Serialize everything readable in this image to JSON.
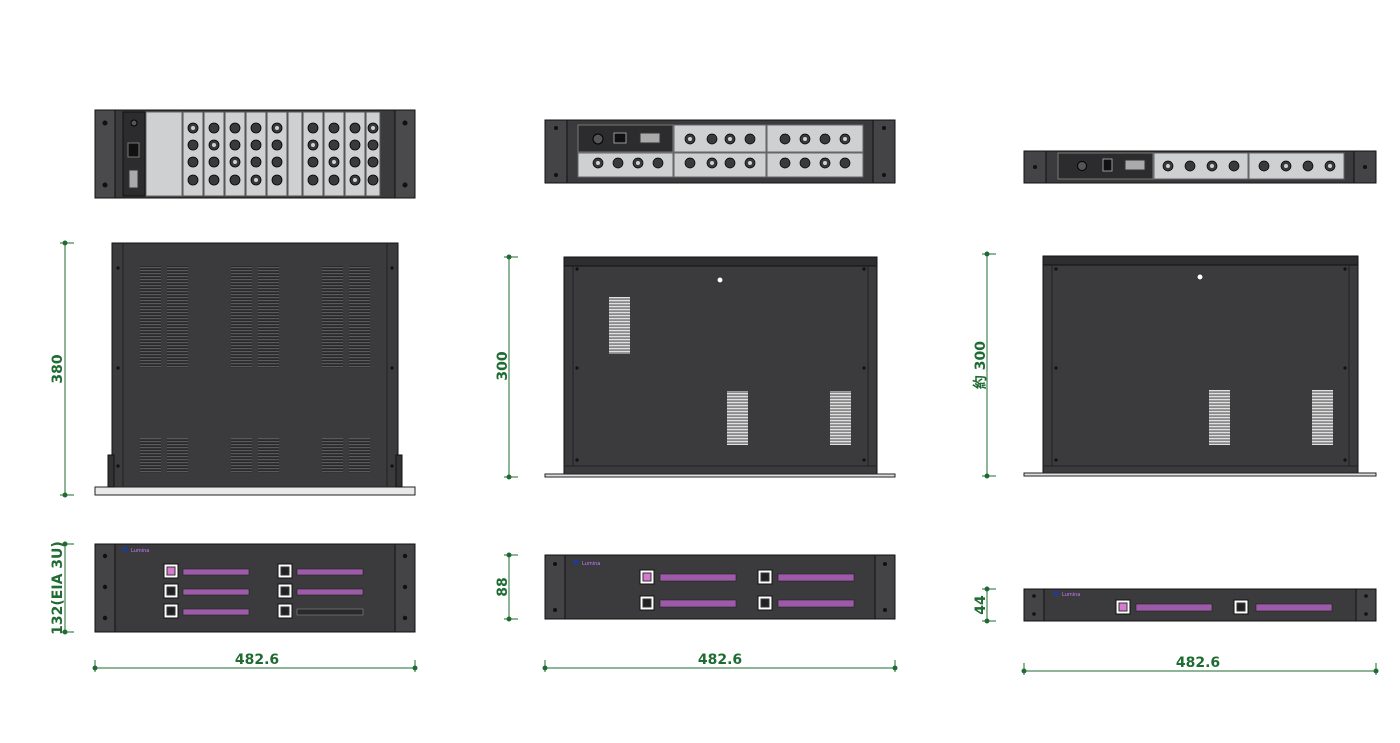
{
  "dimensions": {
    "unit_a": {
      "depth": "380",
      "height": "132(EIA 3U)",
      "width": "482.6"
    },
    "unit_b": {
      "depth": "300",
      "height": "88",
      "width": "482.6"
    },
    "unit_c": {
      "depth": "約 300",
      "height": "44",
      "width": "482.6"
    }
  },
  "colors": {
    "chassis": "#3b3b3d",
    "chassis_dark": "#2b2b2d",
    "panel_light": "#cfd0d1",
    "dimension_line": "#1f6b32",
    "label_strip": "#9c5aa8",
    "button_magenta": "#d87bd0"
  }
}
